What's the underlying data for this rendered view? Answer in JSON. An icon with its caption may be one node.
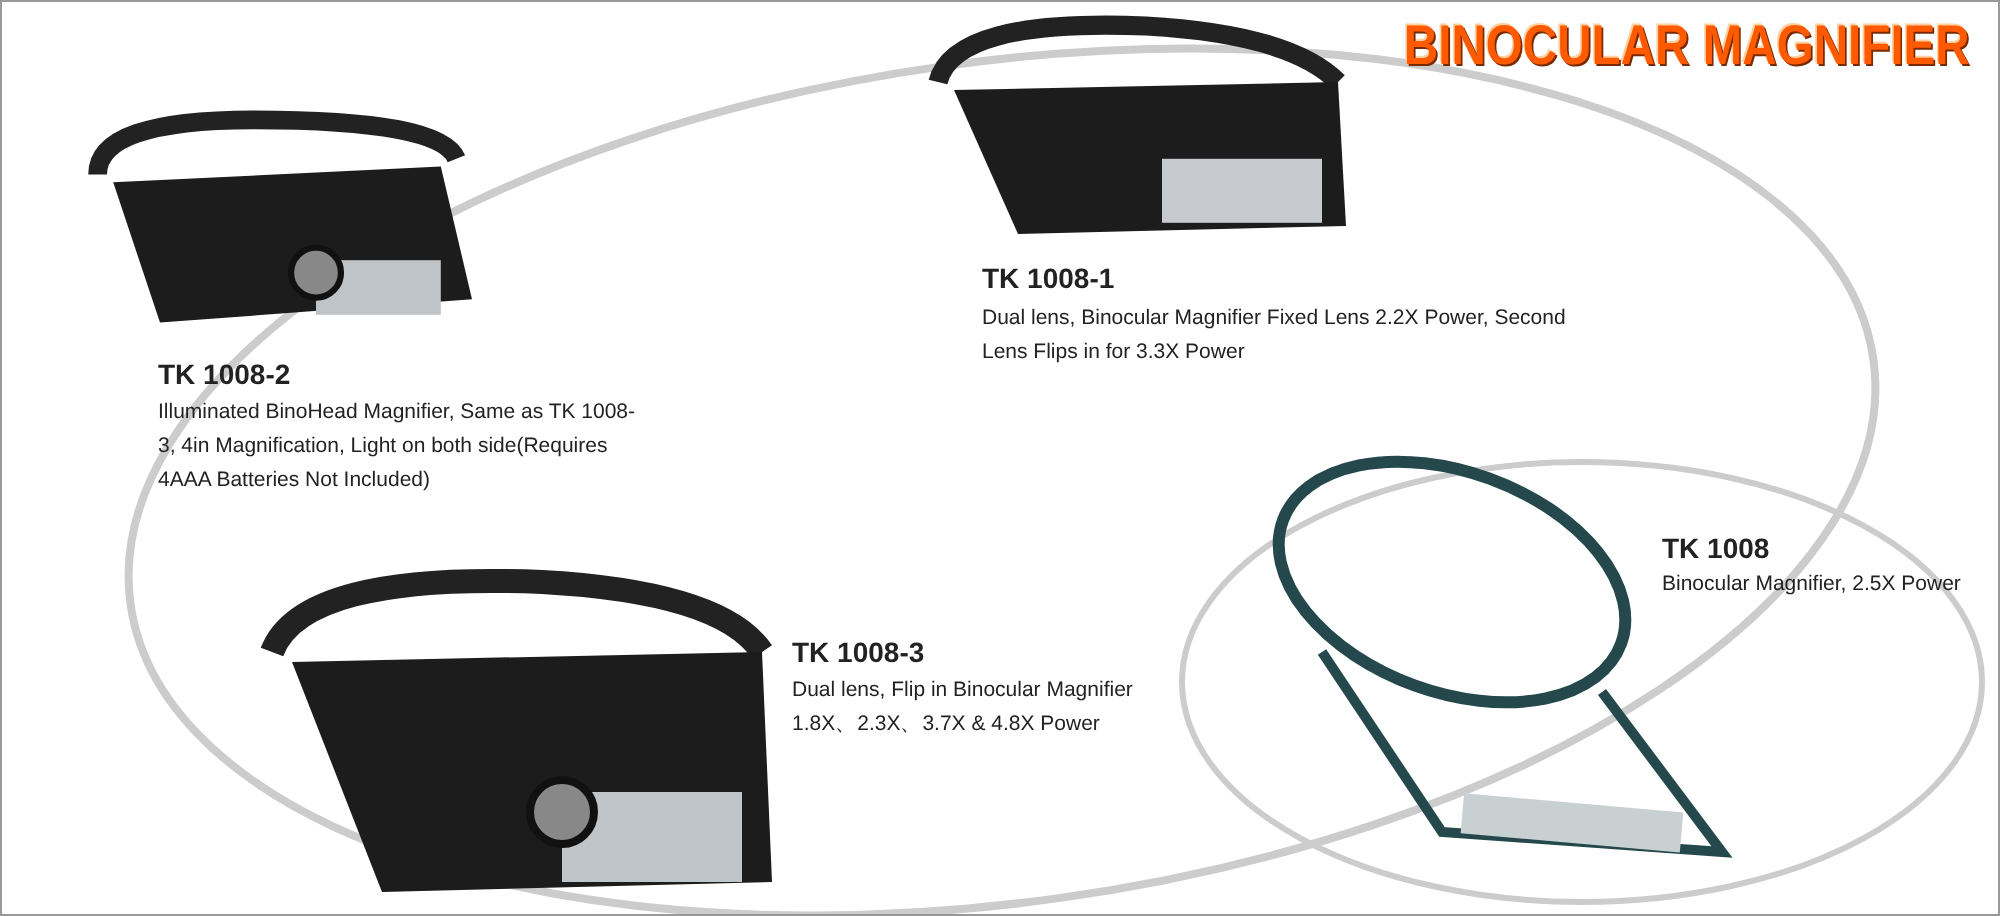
{
  "diagram": {
    "title": "BINOCULAR MAGNIFIER",
    "labels": [
      "TK 1008-1",
      "Dual lens, Binocular Magnifier Fixed Lens 2.2X Power, Second Lens Flips in for 3.3X Power",
      "TK 1008-2",
      "Illuminated BinoHead Magnifier, Same as TK 1008-3, 4in Magnification, Light on both side(Requires 4AAA Batteries Not Included)",
      "TK 1008",
      "Binocular Magnifier, 2.5X Power",
      "TK 1008-3",
      "Dual lens, Flip in Binocular Magnifier 1.8X、2.3X、3.7X & 4.8X Power"
    ]
  }
}
